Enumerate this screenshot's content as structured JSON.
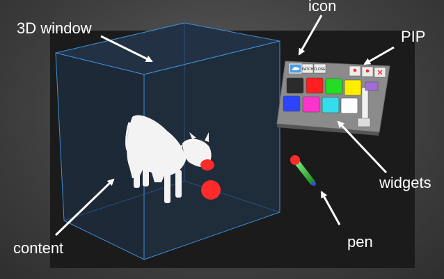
{
  "labels": {
    "window": "3D window",
    "icon": "icon",
    "pip": "PIP",
    "widgets": "widgets",
    "pen": "pen",
    "content": "content"
  },
  "pip_panel": {
    "tab_patch": "PATCH",
    "tab_close": "CLOSE",
    "swatch_colors": [
      "#2b2b2b",
      "#ff1f1f",
      "#22dd22",
      "#ffee00",
      "#2d44ff",
      "#ff33cc",
      "#33ddee",
      "#ffffff"
    ],
    "slider_knob_color": "#a26cd6"
  },
  "colors": {
    "cube_edge": "#3f8fd8",
    "cube_face": "#1f2b38",
    "stage_bg": "#1b1b1b",
    "pen_tip": "#ff2a2a",
    "pen_body": "#35c93a",
    "red_ball": "#ff2a2a"
  }
}
